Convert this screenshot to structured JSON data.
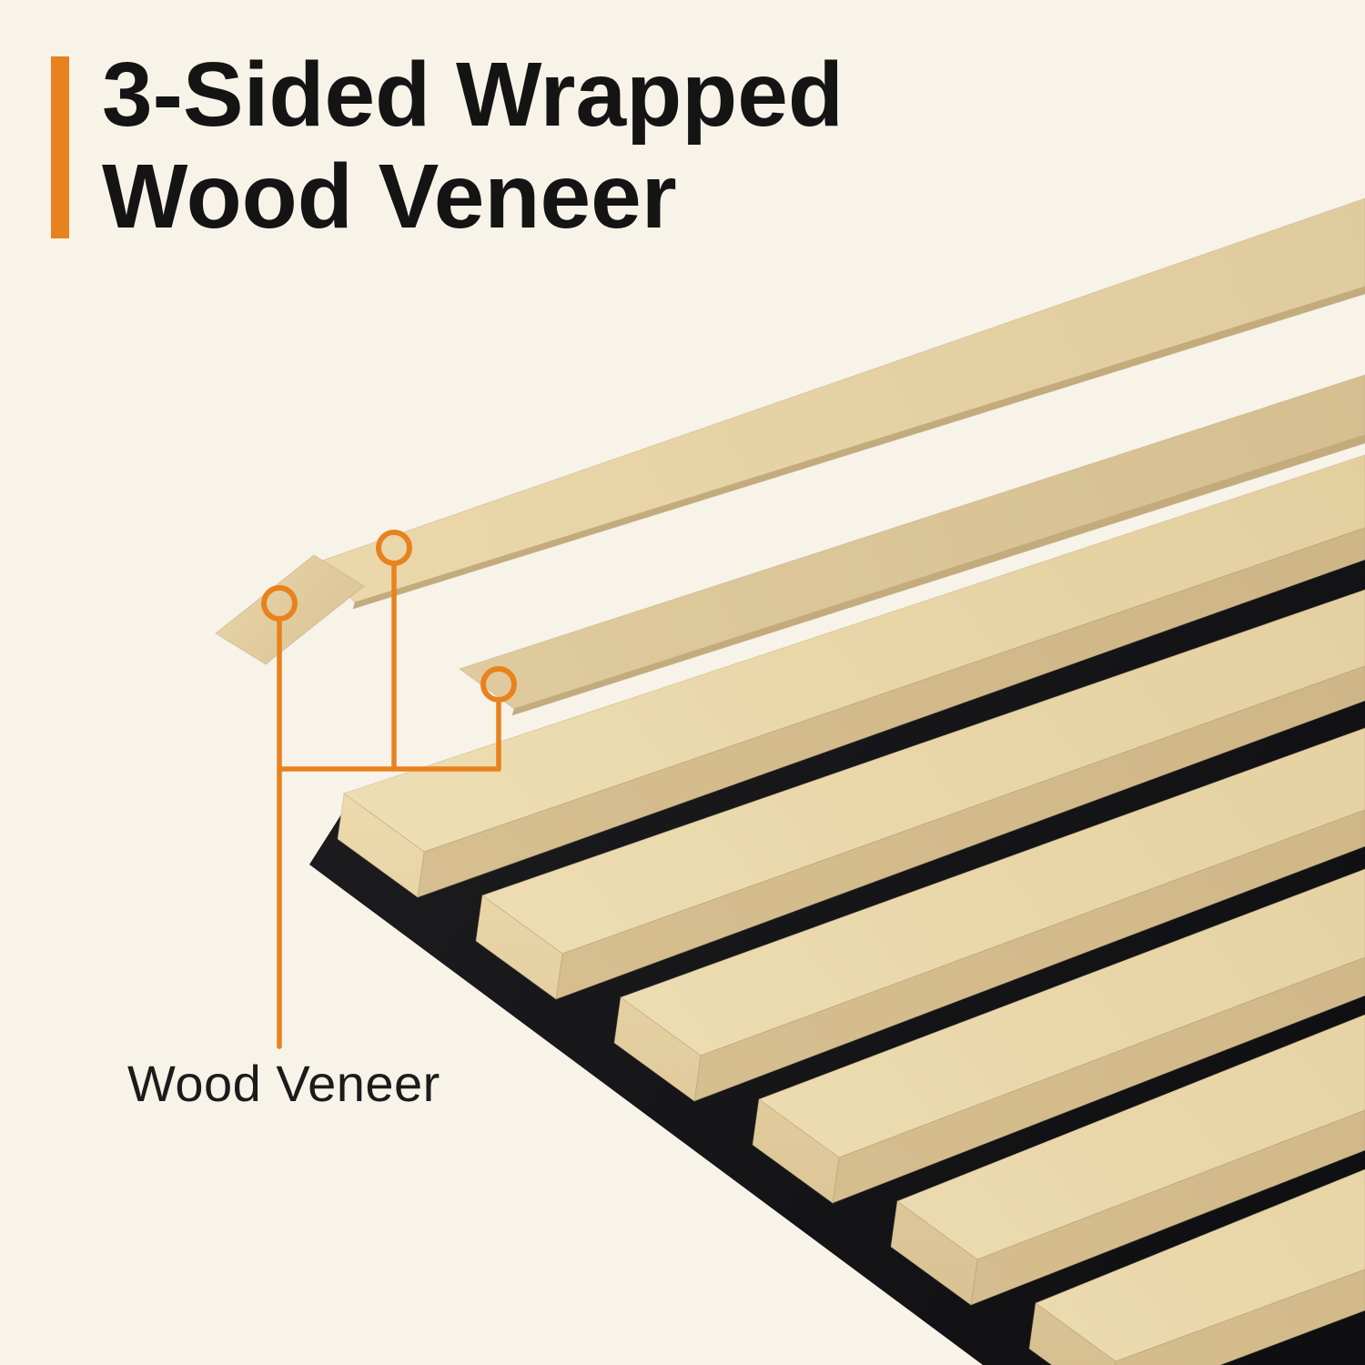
{
  "title": {
    "line1": "3-Sided Wrapped",
    "line2": "Wood Veneer"
  },
  "diagram": {
    "label": "Wood Veneer",
    "slat_count": 6,
    "parts": [
      "top-veneer-strip",
      "corner-veneer-flap",
      "side-veneer-strip",
      "wood-slats",
      "felt-backing"
    ],
    "callout_points": 3
  },
  "colors": {
    "background": "#F8F3E9",
    "accent": "#E8821E",
    "title_text": "#141414",
    "wood_light": "#F0E1B8",
    "wood_mid": "#E2CD9C",
    "wood_side": "#D2BB8D",
    "felt": "#141416"
  }
}
